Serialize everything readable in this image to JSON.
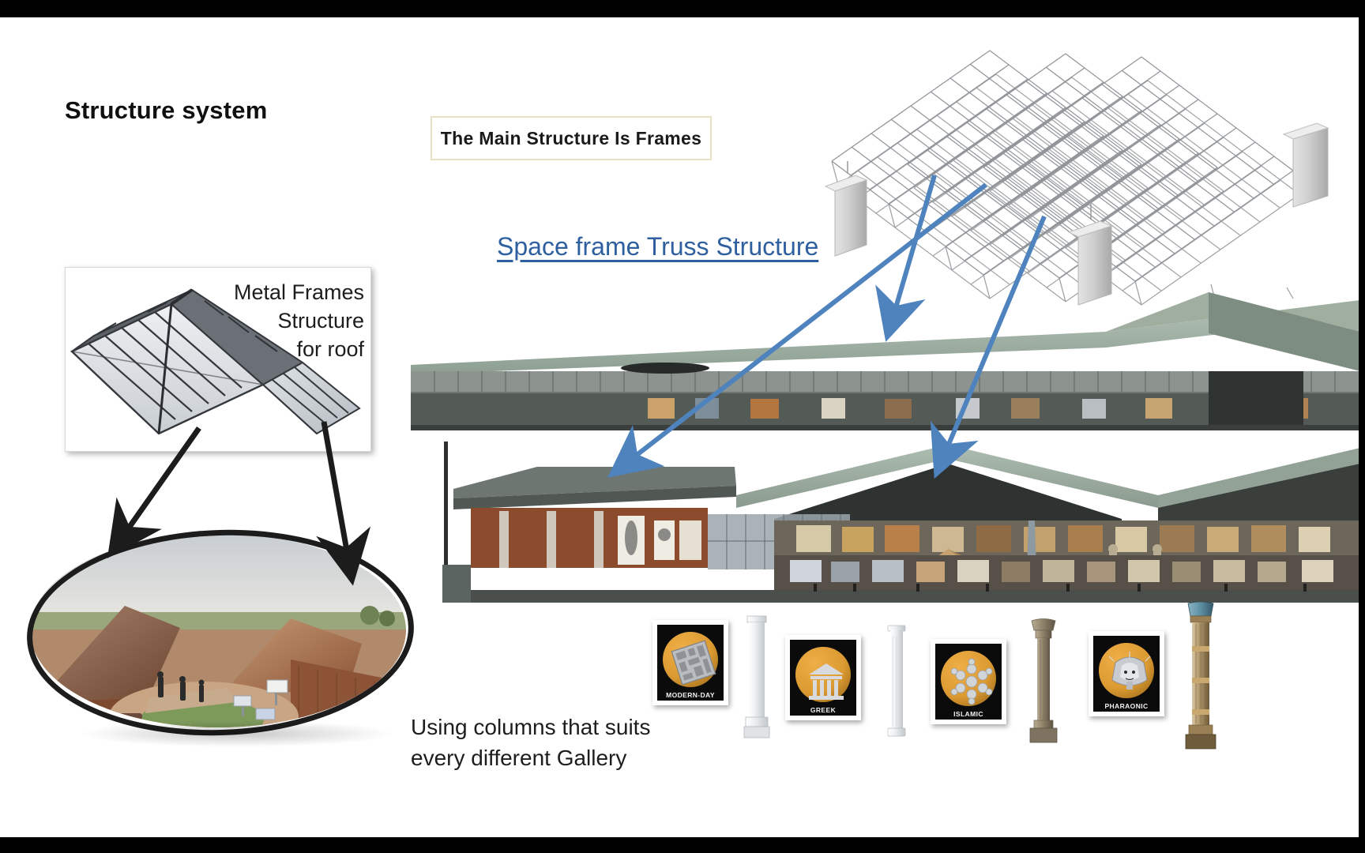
{
  "slide": {
    "title": "Structure system",
    "main_structure_box": "The Main  Structure  Is Frames",
    "space_frame_heading": "Space frame Truss Structure",
    "roof_label_lines": [
      "Metal Frames",
      "Structure",
      "for roof"
    ],
    "columns_caption_lines": [
      "Using columns that suits",
      "every different Gallery"
    ]
  },
  "colors": {
    "title_text": "#101010",
    "box_border": "#e8e2c4",
    "heading_blue": "#2e5f9e",
    "arrow_blue": "#4e83be",
    "arrow_black": "#1c1c1c",
    "badge_orange": "#dc9a32",
    "card_background": "#0b0b0b",
    "roof_metal": "#3a3d42",
    "roof_glass": "#dcdfe3",
    "truss_metal": "#9fa3a8",
    "section_roof_green": "#9fb3a8",
    "gallery_brown": "#8d4b2e",
    "slide_background": "#ffffff",
    "letterbox": "#000000"
  },
  "gallery_cards": [
    {
      "label": "MODERN-DAY",
      "motif": "grid-square-icon"
    },
    {
      "label": "GREEK",
      "motif": "greek-temple-icon"
    },
    {
      "label": "ISLAMIC",
      "motif": "islamic-rosette-icon"
    },
    {
      "label": "PHARAONIC",
      "motif": "pharaoh-mask-icon"
    }
  ],
  "standalone_columns": [
    {
      "name": "modern-square-column",
      "style": "modern"
    },
    {
      "name": "greek-doric-column",
      "style": "greek"
    },
    {
      "name": "islamic-carved-column",
      "style": "islamic"
    },
    {
      "name": "pharaonic-papyrus-column",
      "style": "pharaonic"
    }
  ],
  "blue_arrows": [
    {
      "name": "truss-to-upper-section-arrow-1"
    },
    {
      "name": "truss-to-lower-section-arrow-2"
    },
    {
      "name": "truss-to-lower-section-arrow-3"
    }
  ],
  "black_arrows": [
    {
      "name": "roof-to-render-arrow-left"
    },
    {
      "name": "roof-to-render-arrow-right"
    }
  ]
}
